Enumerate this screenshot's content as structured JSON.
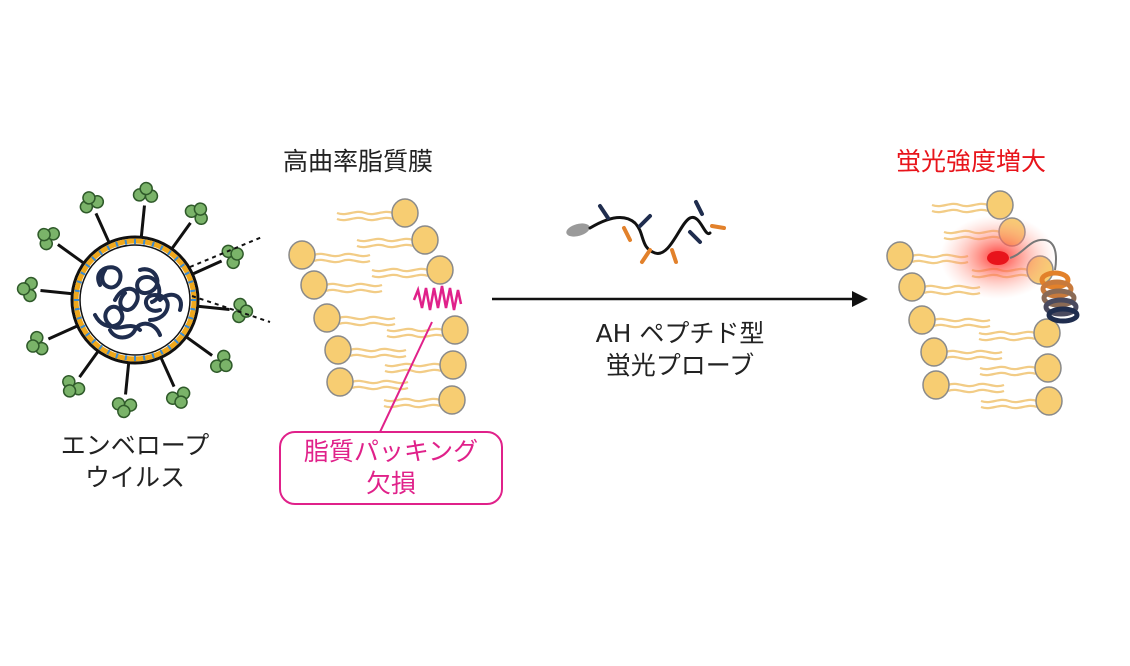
{
  "labels": {
    "membrane_title": "高曲率脂質膜",
    "result_title": "蛍光強度増大",
    "virus_line1": "エンベロープ",
    "virus_line2": "ウイルス",
    "probe_line1": "AH ペプチド型",
    "probe_line2": "蛍光プローブ",
    "defect_line1": "脂質パッキング",
    "defect_line2": "欠損"
  },
  "colors": {
    "lipid_head": "#f7cd72",
    "lipid_tail": "#f2cc86",
    "defect": "#e0218a",
    "highlight_text": "#e8141b",
    "spike": "#7ab369",
    "virus_envelope": "#f0a81c",
    "helix_dark": "#1f2d4e",
    "helix_orange": "#e2812b"
  }
}
